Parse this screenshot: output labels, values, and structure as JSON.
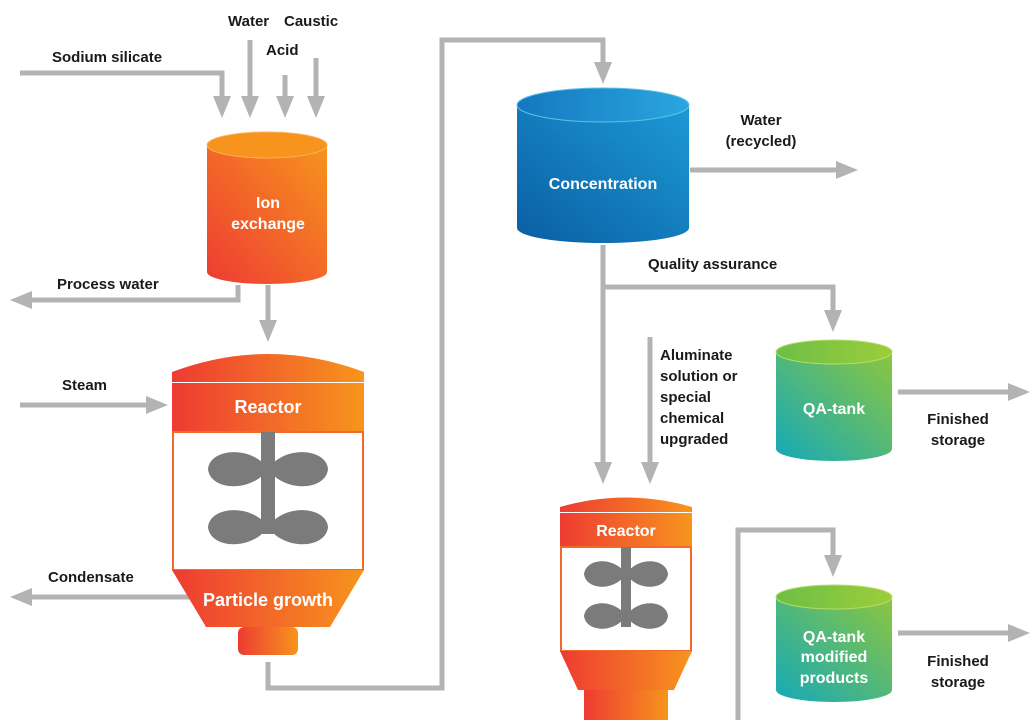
{
  "inputs": {
    "water": "Water",
    "caustic": "Caustic",
    "acid": "Acid",
    "sodium_silicate": "Sodium silicate",
    "steam": "Steam",
    "aluminate": [
      "Aluminate",
      "solution or",
      "special",
      "chemical",
      "upgraded"
    ]
  },
  "outputs": {
    "process_water": "Process water",
    "condensate": "Condensate",
    "water_recycled": [
      "Water",
      "(recycled)"
    ],
    "finished_storage_1": [
      "Finished",
      "storage"
    ],
    "finished_storage_2": [
      "Finished",
      "storage"
    ]
  },
  "units": {
    "ion_exchange": [
      "Ion",
      "exchange"
    ],
    "reactor_main": "Reactor",
    "particle_growth": "Particle growth",
    "concentration": "Concentration",
    "quality_assurance": "Quality assurance",
    "qa_tank": "QA-tank",
    "reactor_small": "Reactor",
    "qa_tank_modified": [
      "QA-tank",
      "modified",
      "products"
    ]
  },
  "colors": {
    "pipe": "#b3b3b3",
    "orange": "#f7941d",
    "red": "#ee3b33",
    "blue": "#0f6fb6",
    "blue_light": "#1c9ad6",
    "green": "#8cc63f",
    "teal": "#15a9b8",
    "impeller": "#7b7b7b"
  }
}
